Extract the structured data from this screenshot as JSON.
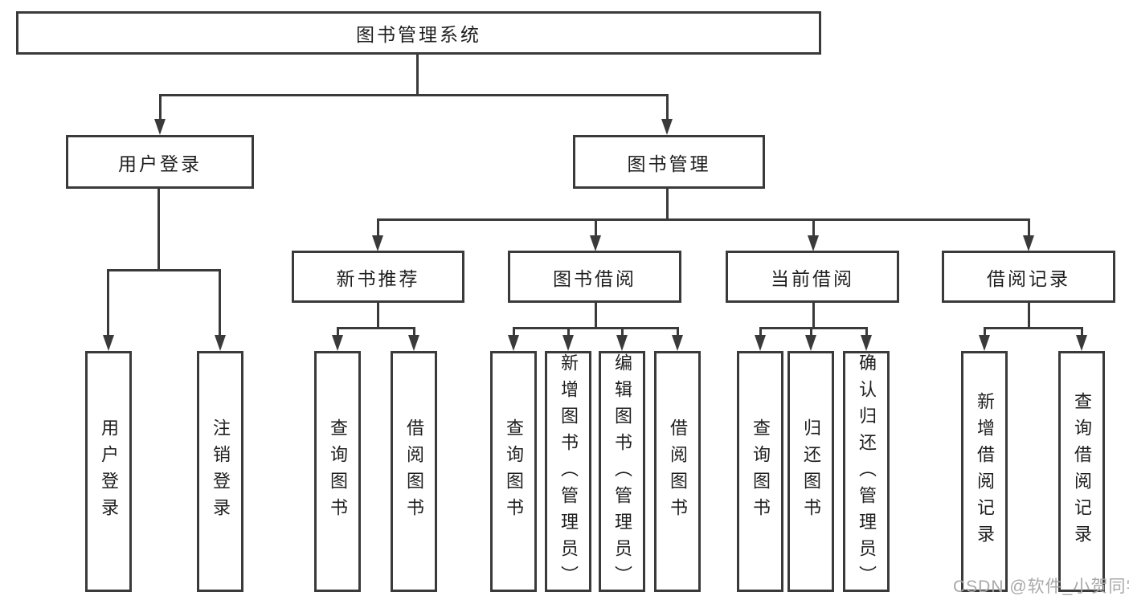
{
  "diagram": {
    "title": "图书管理系统",
    "watermark": "CSDN @软件_小贺同学",
    "colors": {
      "line": "#3a3a3a",
      "text": "#1e1e1e",
      "background": "#ffffff",
      "watermark": "#a8a8a8"
    },
    "root": {
      "label": "图书管理系统"
    },
    "branches": [
      {
        "label": "用户登录",
        "children": [
          {
            "label": "用户登录"
          },
          {
            "label": "注销登录"
          }
        ]
      },
      {
        "label": "图书管理",
        "children": [
          {
            "label": "新书推荐",
            "children": [
              {
                "label": "查询图书"
              },
              {
                "label": "借阅图书"
              }
            ]
          },
          {
            "label": "图书借阅",
            "children": [
              {
                "label": "查询图书"
              },
              {
                "label": "新增图书（管理员）"
              },
              {
                "label": "编辑图书（管理员）"
              },
              {
                "label": "借阅图书"
              }
            ]
          },
          {
            "label": "当前借阅",
            "children": [
              {
                "label": "查询图书"
              },
              {
                "label": "归还图书"
              },
              {
                "label": "确认归还（管理员）"
              }
            ]
          },
          {
            "label": "借阅记录",
            "children": [
              {
                "label": "新增借阅记录"
              },
              {
                "label": "查询借阅记录"
              }
            ]
          }
        ]
      }
    ]
  }
}
